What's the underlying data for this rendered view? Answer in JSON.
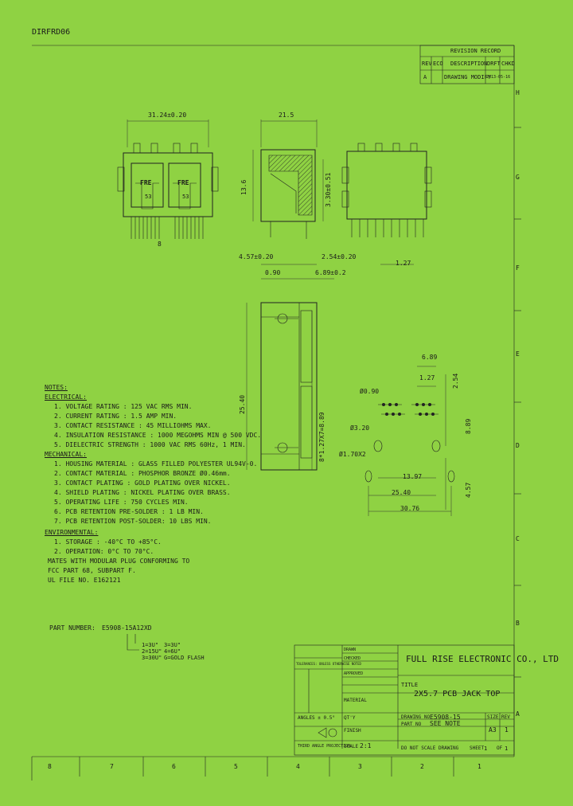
{
  "doc_number": "DIRFRD06",
  "revision_record": {
    "title": "REVISION RECORD",
    "headers": [
      "REV",
      "ECO",
      "DESCRIPTION",
      "DRFT",
      "CHKD"
    ],
    "row": {
      "rev": "A",
      "description": "DRAWING MODIFY",
      "date": "2013-05-16"
    }
  },
  "dimensions": {
    "overall_width": "31.24±0.20",
    "depth_top": "21.5",
    "height": "13.6",
    "height_2": "3.30±0.51",
    "offset_left": "4.57±0.20",
    "offset_small": "0.90",
    "pitch": "2.54±0.20",
    "offset_right": "6.89±0.2",
    "lead_pitch": "1.27",
    "length_side": "25.40",
    "pin_pattern": "8*1.27X7=8.89",
    "pin_label": "8"
  },
  "jack_labels": [
    "FRE",
    "FRE"
  ],
  "jack_sub": [
    "53",
    "53"
  ],
  "pcb_layout": {
    "d1": "6.89",
    "d2": "1.27",
    "d3": "2.54",
    "d4": "8.89",
    "d5": "4.57",
    "hole1": "Ø0.90",
    "hole2": "Ø3.20",
    "hole3": "Ø1.70X2",
    "d6": "13.97",
    "d7": "25.40",
    "d8": "30.76"
  },
  "notes": {
    "title": "NOTES:",
    "electrical_title": "ELECTRICAL:",
    "electrical": [
      "1. VOLTAGE RATING          : 125 VAC RMS MIN.",
      "2. CURRENT RATING          : 1.5 AMP MIN.",
      "3. CONTACT RESISTANCE      : 45 MILLIOHMS MAX.",
      "4. INSULATION RESISTANCE : 1000 MEGOHMS MIN @ 500 VDC.",
      "5. DIELECTRIC STRENGTH   : 1000 VAC RMS 60Hz, 1 MIN."
    ],
    "mechanical_title": "MECHANICAL:",
    "mechanical": [
      "1. HOUSING MATERIAL          : GLASS FILLED POLYESTER UL94V-0.",
      "2. CONTACT MATERIAL          : PHOSPHOR BRONZE Ø0.46mm.",
      "3. CONTACT PLATING           : GOLD PLATING OVER NICKEL.",
      "4. SHIELD PLATING            : NICKEL PLATING OVER BRASS.",
      "5. OPERATING LIFE            : 750 CYCLES MIN.",
      "6. PCB RETENTION PRE-SOLDER  : 1 LB MIN.",
      "7. PCB RETENTION POST-SOLDER: 10 LBS MIN."
    ],
    "environmental_title": "ENVIRONMENTAL:",
    "environmental": [
      "1. STORAGE    : -40°C TO +85°C.",
      "2. OPERATION: 0°C TO 70°C."
    ],
    "extra": [
      "MATES WITH MODULAR PLUG CONFORMING TO",
      "   FCC PART 68, SUBPART F.",
      "UL FILE NO. E162121"
    ]
  },
  "part_number": {
    "label": "PART NUMBER:",
    "value": "E5908-15A12XD",
    "options": [
      "1=3U\"",
      "2=15U\"",
      "3=30U\"",
      "G=GOLD FLASH"
    ],
    "options_b": [
      "3=3U\"",
      "4=6U\""
    ]
  },
  "title_block": {
    "company": "FULL RISE ELECTRONIC CO., LTD",
    "title_label": "TITLE",
    "title": "2X5.7 PCB JACK TOP",
    "drawing_no_label": "DRAWING NO",
    "drawing_no": "E5908-15",
    "part_no_label": "PART NO",
    "part_no": "SEE NOTE",
    "size_label": "SIZE",
    "size": "A3",
    "rev_label": "REV",
    "rev": "1",
    "material_label": "MATERIAL",
    "finish_label": "FINISH",
    "qty_label": "QT'Y",
    "angles_label": "ANGLES ± 0.5°",
    "projection": "THIRD ANGLE PROJECTION",
    "scale_label": "SCALE",
    "scale": "2:1",
    "do_not_scale": "DO NOT SCALE DRAWING",
    "sheet_label": "SHEET",
    "sheet": "1",
    "of_label": "OF",
    "of": "1",
    "tolerance": "TOLERANCES: UNLESS OTHERWISE NOTED",
    "drawn": "DRAWN",
    "checked": "CHECKED",
    "approved": "APPROVED"
  },
  "zone_rows": [
    "H",
    "G",
    "F",
    "E",
    "D",
    "C",
    "B",
    "A"
  ],
  "zone_cols": [
    "8",
    "7",
    "6",
    "5",
    "4",
    "3",
    "2",
    "1"
  ]
}
